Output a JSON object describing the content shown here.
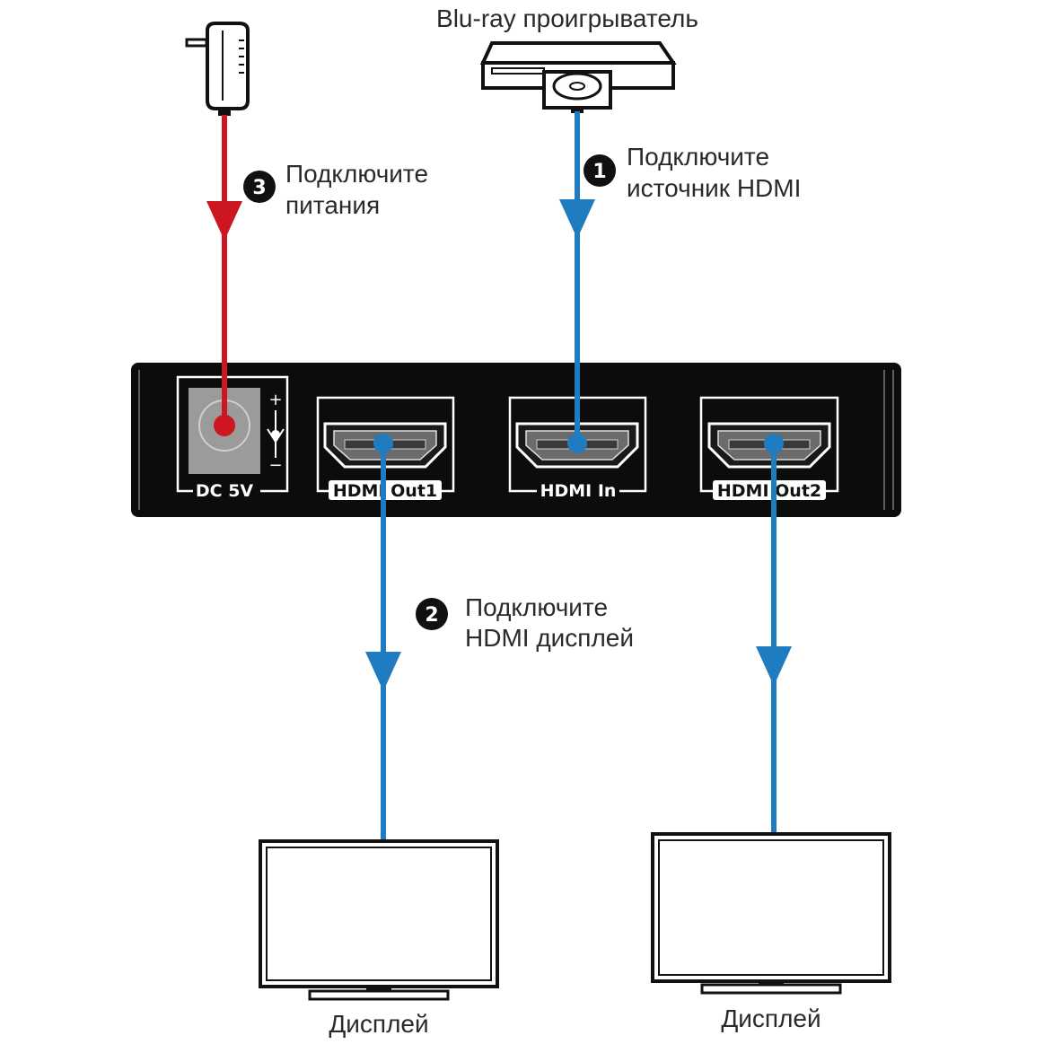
{
  "colors": {
    "signal_cable": "#1f7cc0",
    "power_cable": "#cc1620",
    "device_body": "#0c0c0c",
    "port_outline": "#ffffff",
    "step_badge": "#111111"
  },
  "source": {
    "label": "Blu-ray проигрыватель",
    "icon": "bluray-player-icon"
  },
  "power": {
    "icon": "power-adapter-icon"
  },
  "steps": [
    {
      "number": "1",
      "line1": "Подключите",
      "line2": "источник HDMI"
    },
    {
      "number": "2",
      "line1": "Подключите",
      "line2": "HDMI дисплей"
    },
    {
      "number": "3",
      "line1": "Подключите",
      "line2": "питания"
    }
  ],
  "splitter": {
    "ports": {
      "dc": "DC 5V",
      "out1": "HDMI Out1",
      "in": "HDMI In",
      "out2": "HDMI Out2"
    },
    "polarity_plus": "+",
    "polarity_minus": "−"
  },
  "displays": [
    {
      "label": "Дисплей",
      "icon": "tv-display-icon"
    },
    {
      "label": "Дисплей",
      "icon": "tv-display-icon"
    }
  ]
}
